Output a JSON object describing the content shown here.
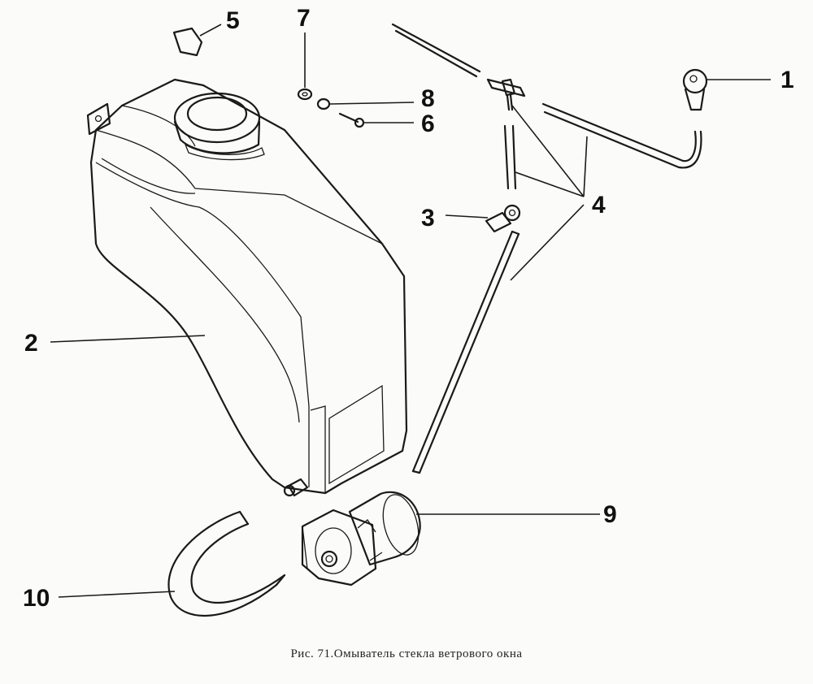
{
  "figure": {
    "caption": "Рис. 71.Омыватель стекла ветрового окна",
    "callouts": [
      {
        "id": "1",
        "label": "1"
      },
      {
        "id": "2",
        "label": "2"
      },
      {
        "id": "3",
        "label": "3"
      },
      {
        "id": "4",
        "label": "4"
      },
      {
        "id": "5",
        "label": "5"
      },
      {
        "id": "6",
        "label": "6"
      },
      {
        "id": "7",
        "label": "7"
      },
      {
        "id": "8",
        "label": "8"
      },
      {
        "id": "9",
        "label": "9"
      },
      {
        "id": "10",
        "label": "10"
      }
    ]
  }
}
